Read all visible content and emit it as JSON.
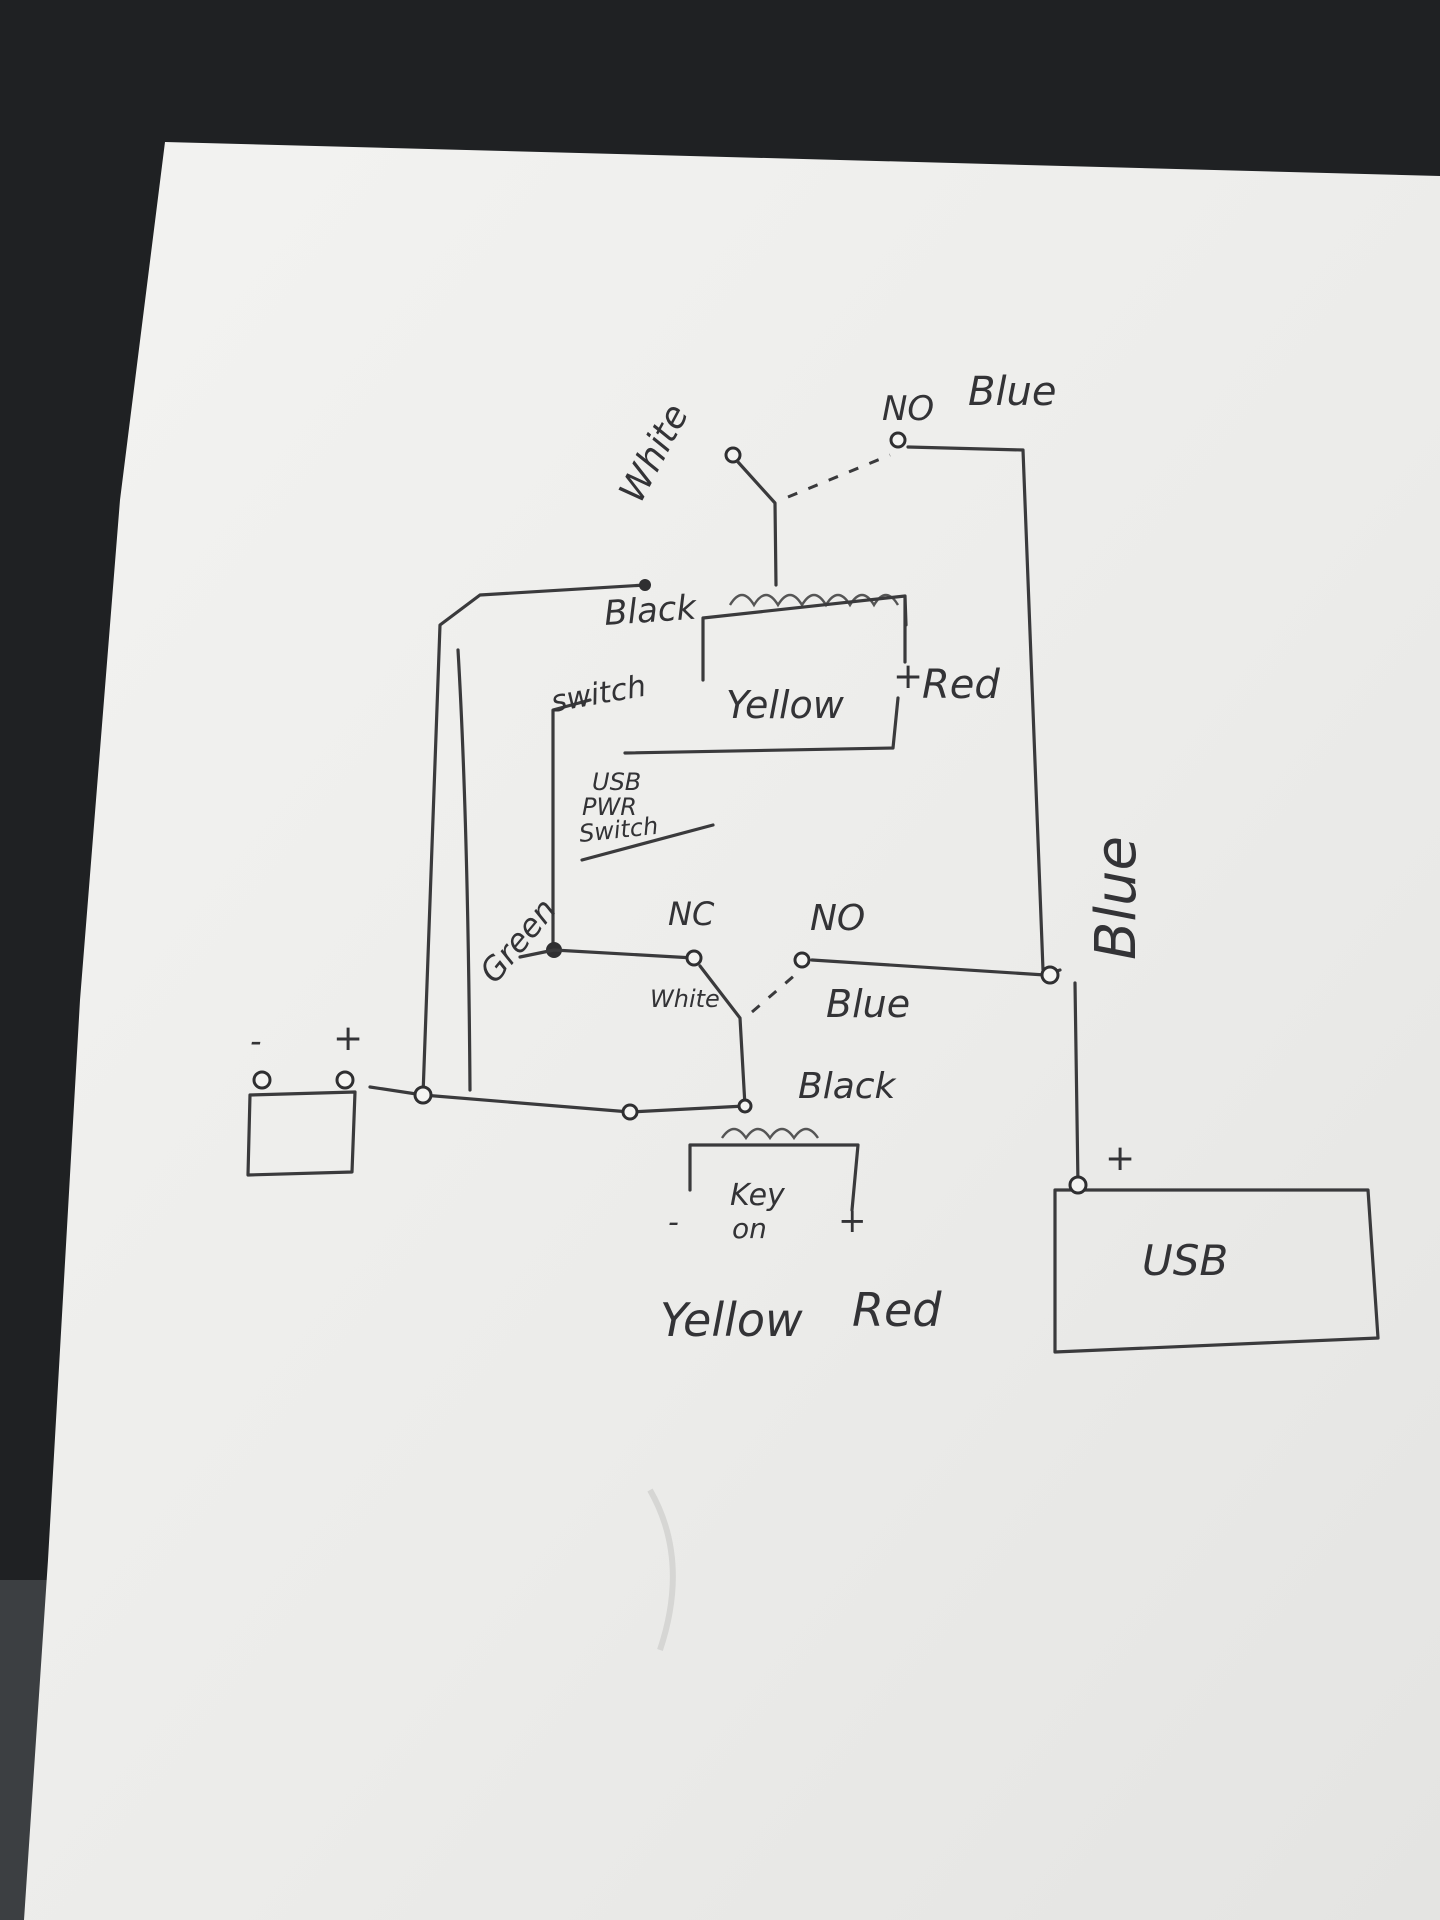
{
  "labels": {
    "white_top": "White",
    "no_top": "NO",
    "blue_top": "Blue",
    "black_top": "Black",
    "switch": "switch",
    "yellow_top": "Yellow",
    "plus_top": "+",
    "red_top": "Red",
    "usb_pwr_1": "USB",
    "usb_pwr_2": "PWR",
    "usb_pwr_3": "Switch",
    "blue_right": "Blue",
    "green": "Green",
    "nc": "NC",
    "no_bottom": "NO",
    "white_bottom": "White",
    "blue_bottom": "Blue",
    "black_bottom": "Black",
    "bat_minus": "-",
    "bat_plus": "+",
    "key_1": "Key",
    "key_2": "on",
    "key_minus": "-",
    "key_plus": "+",
    "yellow_bottom": "Yellow",
    "red_bottom": "Red",
    "usb_plus": "+",
    "usb_box": "USB"
  },
  "colors": {
    "background": "#1f2123",
    "paper": "#efefed",
    "pencil": "#3a3a3c"
  }
}
